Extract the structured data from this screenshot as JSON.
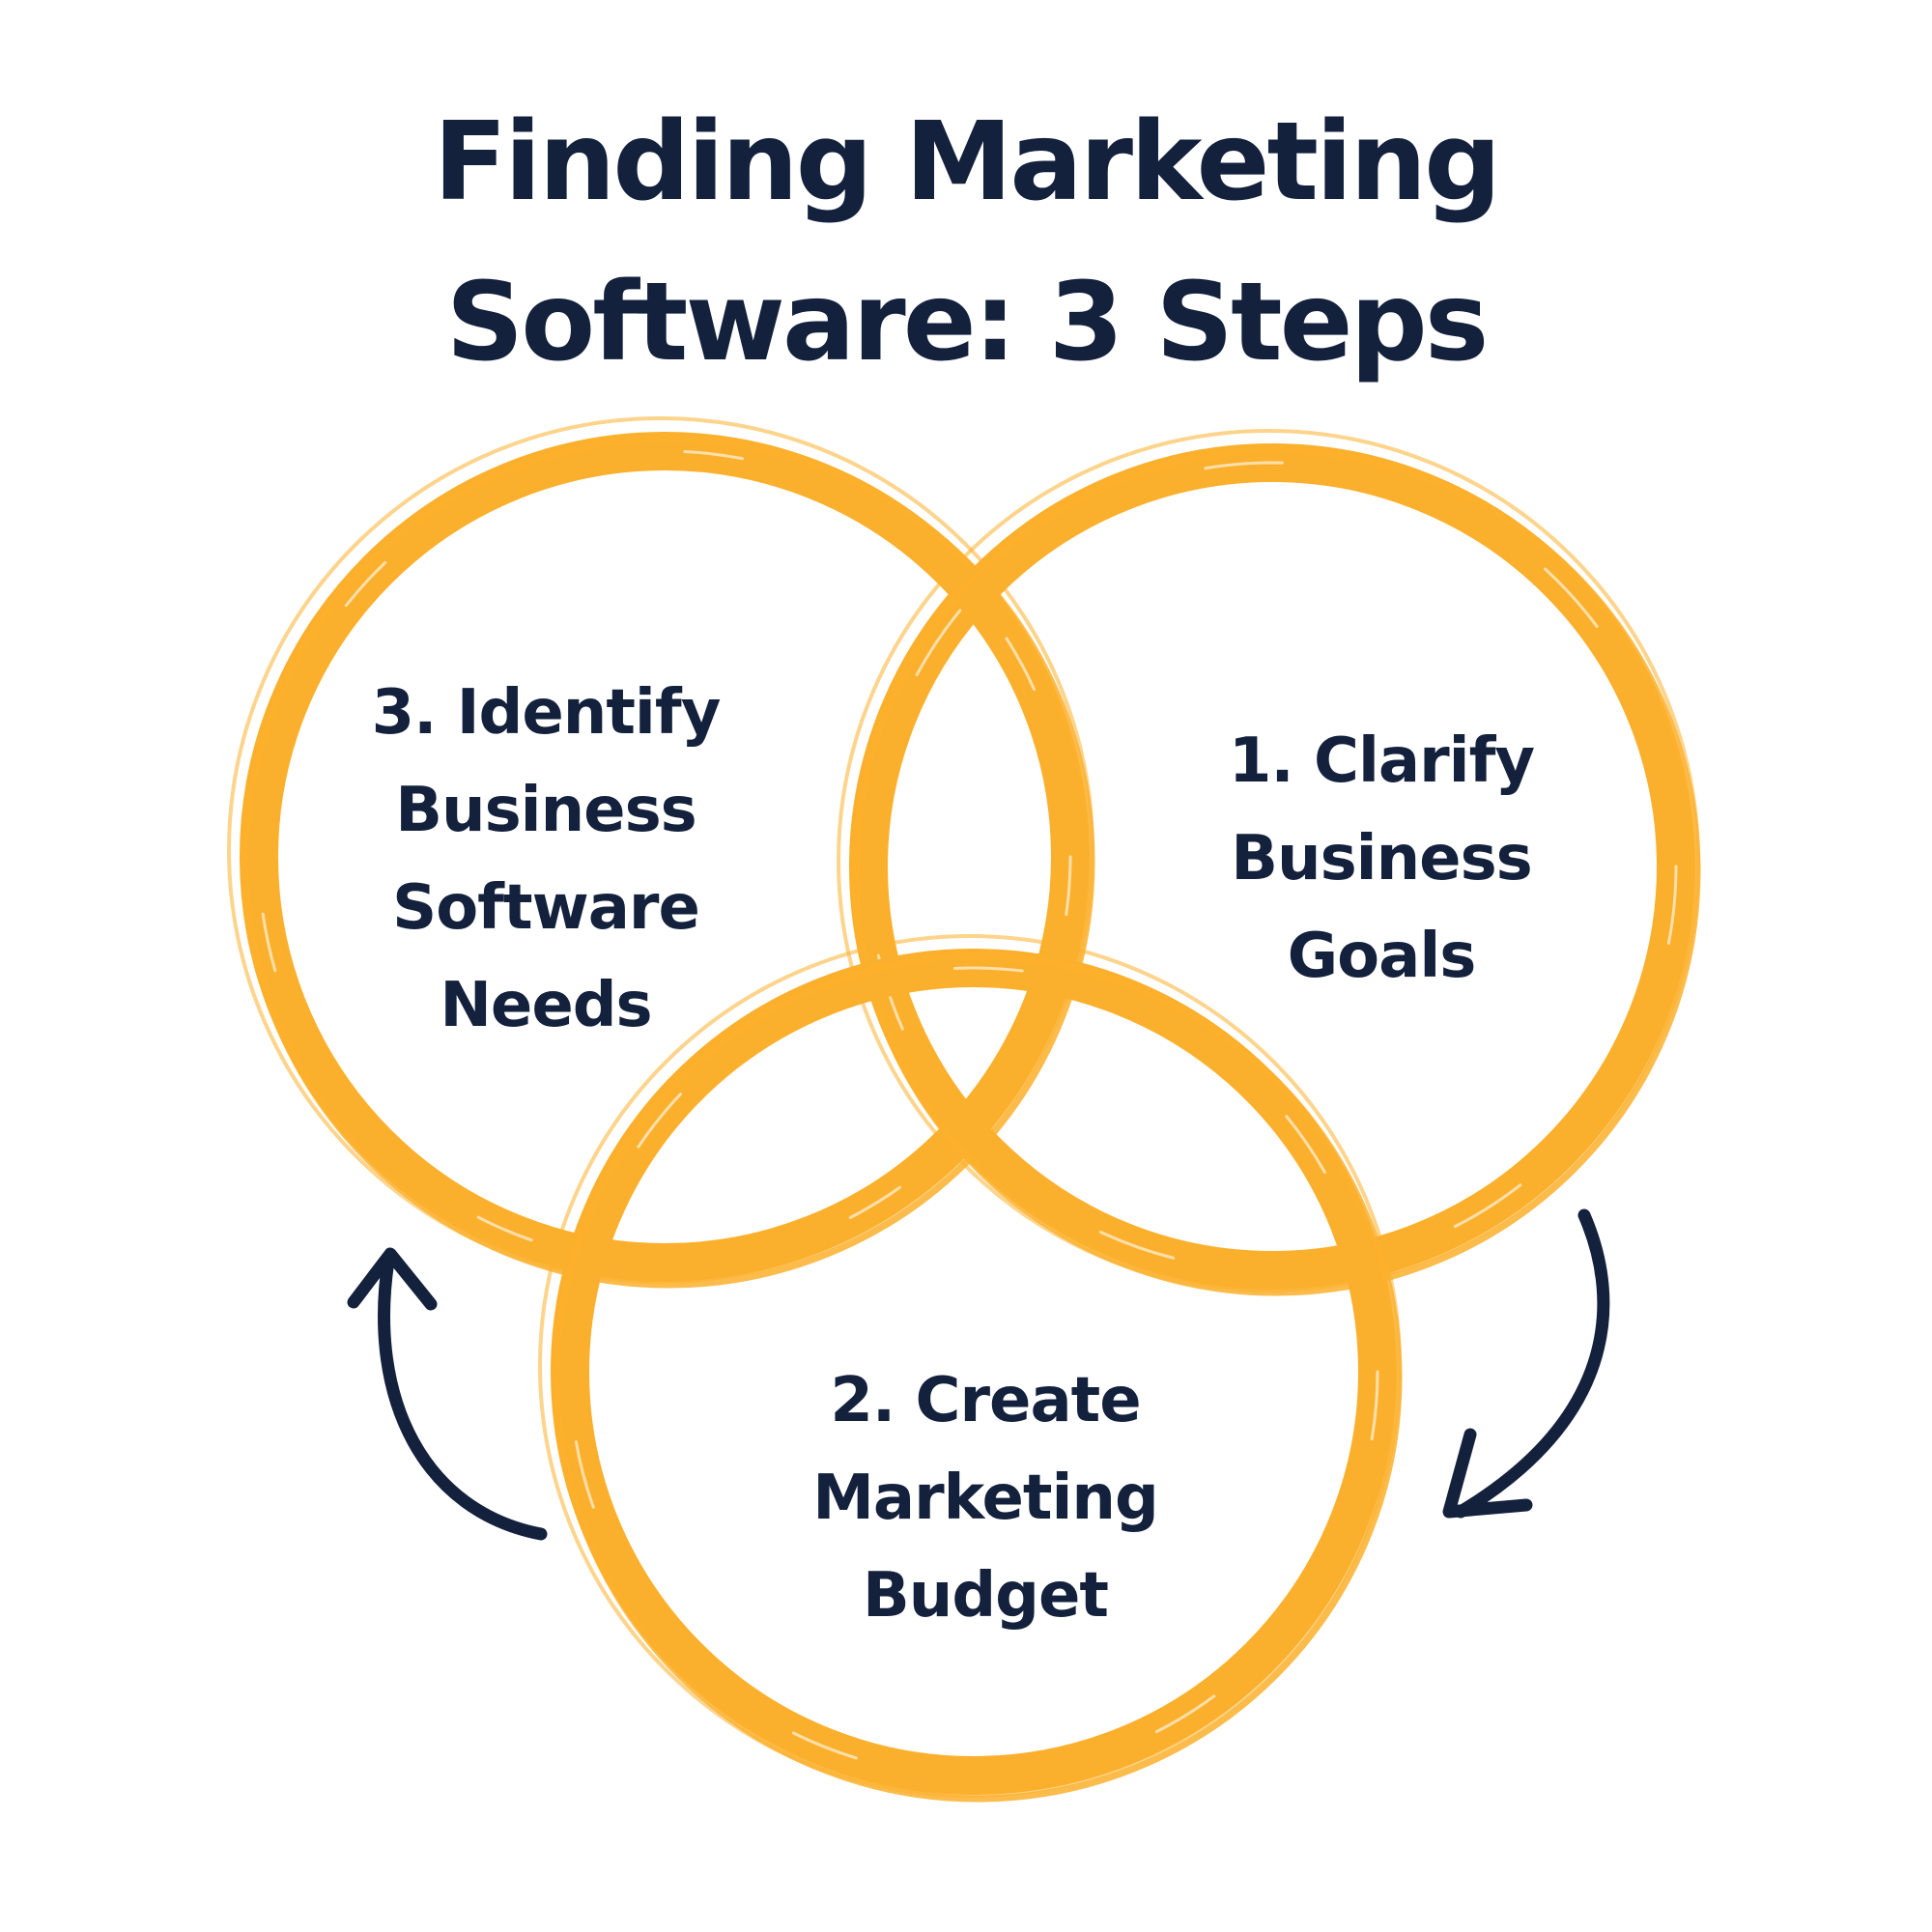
{
  "title": {
    "line1": "Finding Marketing",
    "line2": "Software: 3 Steps"
  },
  "steps": [
    {
      "lines": [
        "1. Clarify",
        "Business",
        "Goals"
      ]
    },
    {
      "lines": [
        "2. Create",
        "Marketing",
        "Budget"
      ]
    },
    {
      "lines": [
        "3. Identify",
        "Business",
        "Software",
        "Needs"
      ]
    }
  ],
  "colors": {
    "ring": "#fbb02d",
    "text": "#14213d",
    "arrow": "#14213d",
    "background": "#ffffff"
  },
  "icons": {
    "arrow_right": "curved-arrow-down-icon",
    "arrow_left": "curved-arrow-up-icon"
  }
}
